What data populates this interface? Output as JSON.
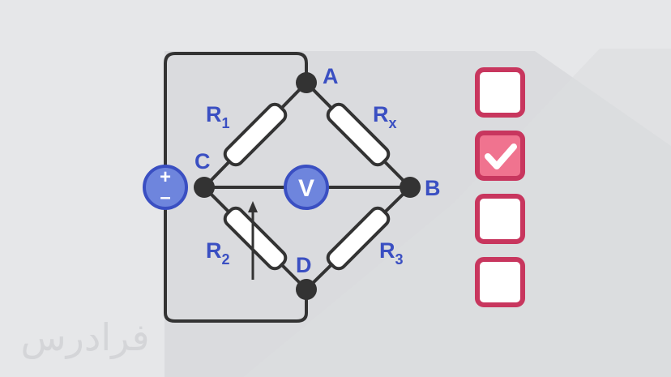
{
  "colors": {
    "background": "#e6e7e9",
    "shadow": "#dadbde",
    "wire": "#333333",
    "label": "#3a4fc2",
    "source_fill": "#6e85dd",
    "source_stroke": "#3a4fc2",
    "checkbox_border": "#c8365e",
    "checkbox_checked_fill": "#f0738f",
    "watermark": "#d4d5d8"
  },
  "nodes": {
    "a": "A",
    "b": "B",
    "c": "C",
    "d": "D"
  },
  "resistors": {
    "r1": {
      "main": "R",
      "sub": "1"
    },
    "rx": {
      "main": "R",
      "sub": "x"
    },
    "r2": {
      "main": "R",
      "sub": "2"
    },
    "r3": {
      "main": "R",
      "sub": "3"
    }
  },
  "voltmeter": {
    "symbol": "V"
  },
  "source": {
    "plus": "+",
    "minus": "–"
  },
  "checklist": [
    {
      "checked": false
    },
    {
      "checked": true
    },
    {
      "checked": false
    },
    {
      "checked": false
    }
  ],
  "watermark": {
    "text": "فرادرس"
  },
  "icons": {
    "check": "check-icon",
    "variable_arrow": "arrow-up-icon"
  }
}
